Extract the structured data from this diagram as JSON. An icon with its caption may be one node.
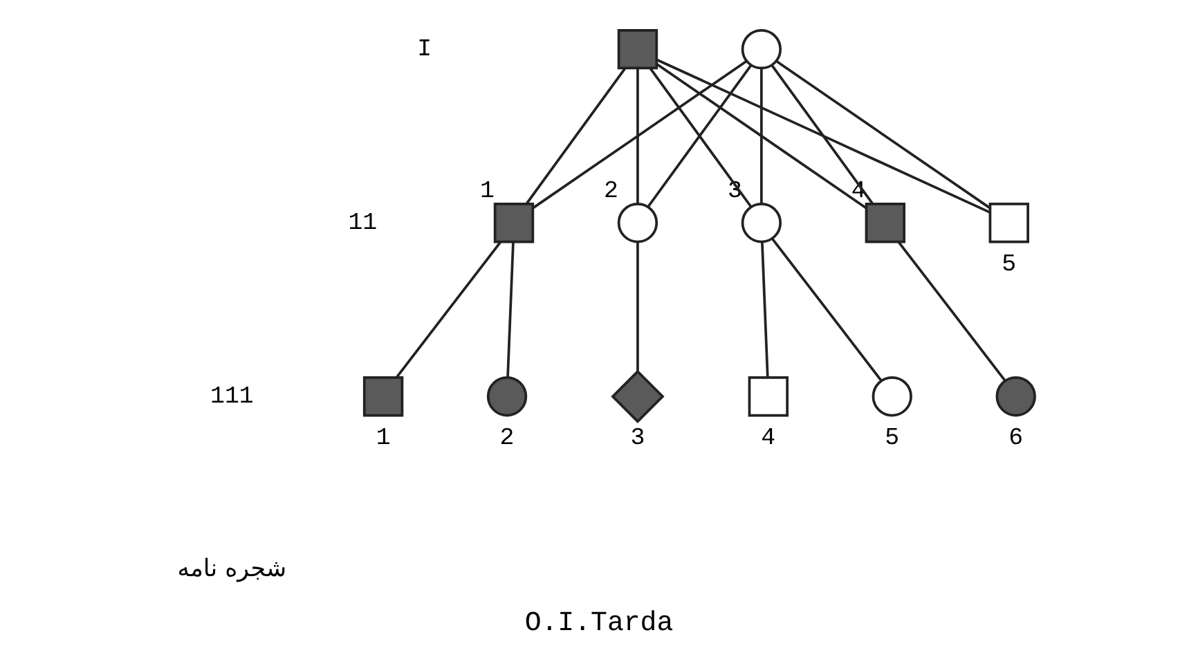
{
  "diagram": {
    "caption": "O.I.Tarda",
    "nodes": [
      {
        "text": [],
        "shape": "box"
      },
      {
        "text": [],
        "shape": "circle"
      },
      {
        "text": [],
        "shape": "box",
        "beside": [
          "1"
        ]
      },
      {
        "text": [],
        "shape": "circle",
        "beside": [
          "2"
        ]
      },
      {
        "text": [],
        "shape": "circle",
        "beside": [
          "3"
        ]
      },
      {
        "text": [],
        "shape": "box",
        "beside": [
          "4"
        ]
      },
      {
        "text": [],
        "shape": "box",
        "beside": [
          "5"
        ]
      },
      {
        "text": [],
        "shape": "box",
        "beside": [
          "1"
        ]
      },
      {
        "text": [],
        "shape": "circle",
        "beside": [
          "2"
        ]
      },
      {
        "text": [],
        "shape": "diamond",
        "beside": [
          "3"
        ]
      },
      {
        "text": [],
        "shape": "box",
        "beside": [
          "4"
        ]
      },
      {
        "text": [],
        "shape": "circle",
        "beside": [
          "5"
        ]
      },
      {
        "text": [],
        "shape": "circle",
        "beside": [
          "6"
        ]
      }
    ],
    "edges": [
      {
        "from": 0,
        "to": 2,
        "arrow": "none"
      },
      {
        "from": 0,
        "to": 3,
        "arrow": "none"
      },
      {
        "from": 0,
        "to": 4,
        "arrow": "none"
      },
      {
        "from": 0,
        "to": 5,
        "arrow": "none"
      },
      {
        "from": 0,
        "to": 6,
        "arrow": "none"
      },
      {
        "from": 1,
        "to": 2,
        "arrow": "none"
      },
      {
        "from": 1,
        "to": 3,
        "arrow": "none"
      },
      {
        "from": 1,
        "to": 4,
        "arrow": "none"
      },
      {
        "from": 1,
        "to": 5,
        "arrow": "none"
      },
      {
        "from": 1,
        "to": 6,
        "arrow": "none"
      },
      {
        "from": 2,
        "to": 7,
        "arrow": "none"
      },
      {
        "from": 2,
        "to": 8,
        "arrow": "none"
      },
      {
        "from": 3,
        "to": 9,
        "arrow": "none"
      },
      {
        "from": 4,
        "to": 10,
        "arrow": "none"
      },
      {
        "from": 4,
        "to": 11,
        "arrow": "none"
      },
      {
        "from": 5,
        "to": 12,
        "arrow": "none"
      }
    ],
    "labels": [
      "I",
      "11",
      "111",
      "شجره نامه"
    ]
  }
}
